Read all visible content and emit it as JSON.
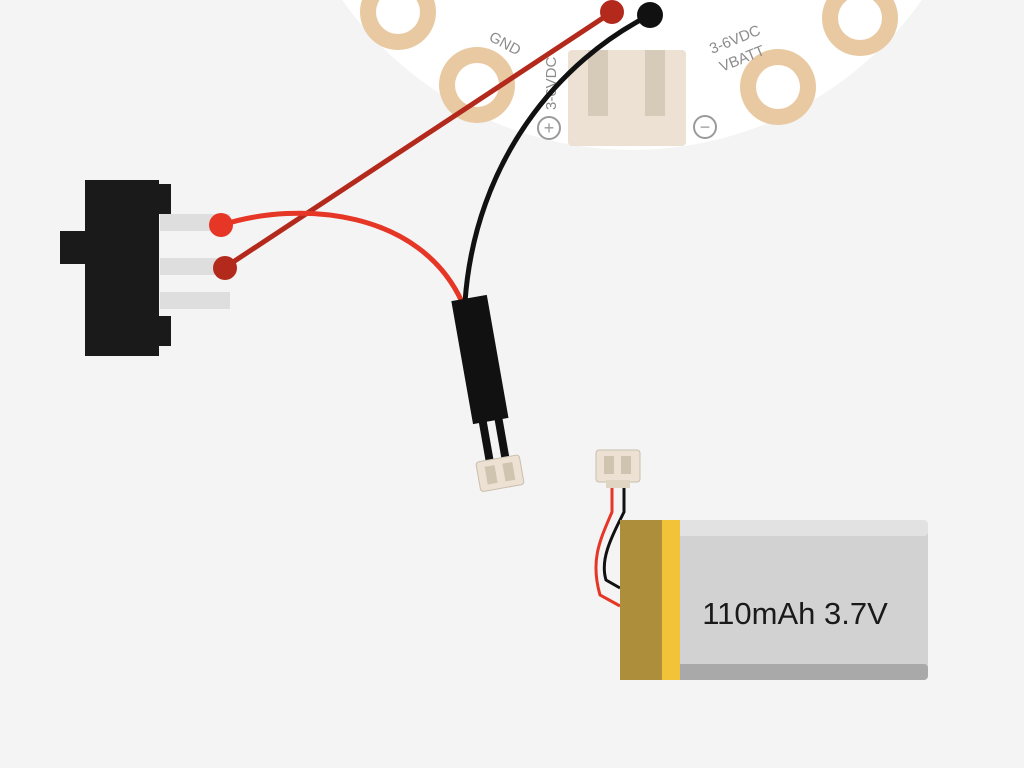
{
  "board": {
    "labels": {
      "gnd": "GND",
      "vdc_left": "3-6VDC",
      "vdc_right": "3-6VDC",
      "vbatt": "VBATT"
    },
    "polarity": {
      "plus": "+",
      "minus": "−"
    },
    "colors": {
      "disc": "#ffffff",
      "pad": "#e8c9a2",
      "connector": "#ece1d2"
    }
  },
  "battery": {
    "label": "110mAh 3.7V",
    "colors": {
      "body": "#d2d2d2",
      "tape": "#ad8e3a",
      "stripe": "#f2c238"
    }
  },
  "wire_colors": {
    "red": "#e53626",
    "dark_red": "#b32a1d",
    "black": "#111111"
  },
  "icons": {
    "slide_switch": "slide-switch-icon",
    "jst_plug": "jst-connector-icon",
    "jst_socket": "jst-connector-icon"
  }
}
